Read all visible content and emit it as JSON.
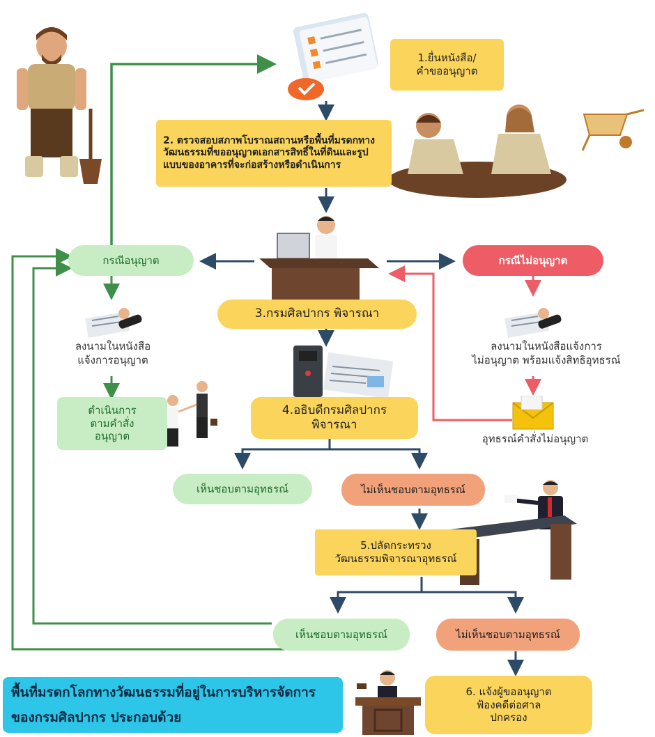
{
  "steps": {
    "step1": "1.ยื่นหนังสือ/\nคำขออนุญาต",
    "step2": "2. ตรวจสอบสภาพโบราณสถานหรือพื้นที่มรดกทางวัฒนธรรมที่ขออนุญาตเอกสารสิทธิ์ในที่ดินและรูปแบบของอาคารที่จะก่อสร้างหรือดำเนินการ",
    "step3": "3.กรมศิลปากร พิจารณา",
    "step4": "4.อธิบดีกรมศิลปากร\nพิจารณา",
    "step5": "5.ปลัดกระทรวง\nวัฒนธรรมพิจารณาอุทธรณ์",
    "step6": "6. แจ้งผู้ขออนุญาต\nฟ้องคดีต่อศาล\nปกครอง"
  },
  "approve": {
    "label": "กรณีอนุญาต",
    "sign": "ลงนามในหนังสือ\nแจ้งการอนุญาต",
    "proceed": "ดำเนินการ\nตามคำสั่ง\nอนุญาต"
  },
  "deny": {
    "label": "กรณีไม่อนุญาต",
    "sign": "ลงนามในหนังสือแจ้งการ\nไม่อนุญาต พร้อมแจ้งสิทธิอุทธรณ์",
    "appeal": "อุทธรณ์คำสั่งไม่อนุญาต"
  },
  "appeal4": {
    "agree": "เห็นชอบตามอุทธรณ์",
    "disagree": "ไม่เห็นชอบตามอุทธรณ์"
  },
  "appeal5": {
    "agree": "เห็นชอบตามอุทธรณ์",
    "disagree": "ไม่เห็นชอบตามอุทธรณ์"
  },
  "banner": "พื้นที่มรดกโลกทางวัฒนธรรมที่อยู่ในการบริหารจัดการของกรมศิลปากร ประกอบด้วย",
  "colors": {
    "yellow": "#fad45b",
    "green": "#3f8f4a",
    "red": "#ee5d66",
    "navy": "#2d4a66",
    "cyan": "#2ec6e8"
  }
}
